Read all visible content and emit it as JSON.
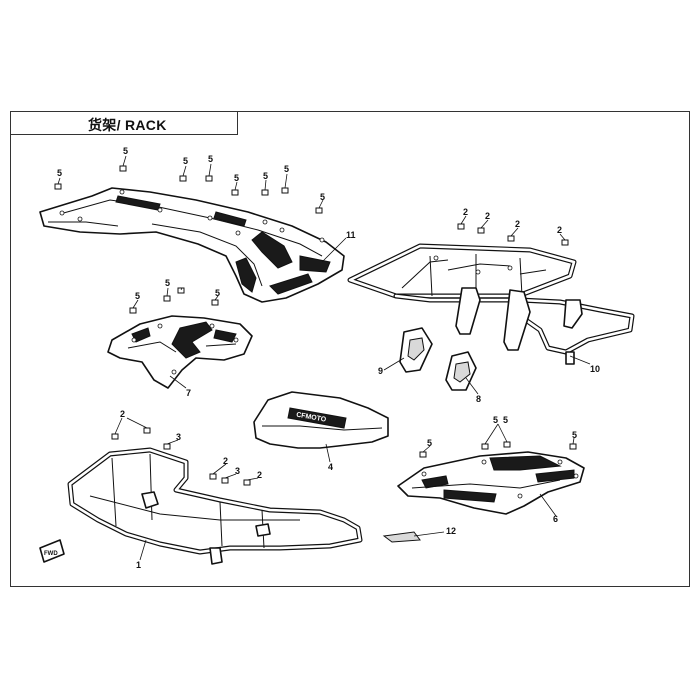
{
  "title": "货架/ RACK",
  "callouts": {
    "c1": "1",
    "c2": "2",
    "c3": "3",
    "c4": "4",
    "c5": "5",
    "c6": "6",
    "c7": "7",
    "c8": "8",
    "c9": "9",
    "c10": "10",
    "c11": "11",
    "c12": "12"
  },
  "labels": {
    "fwd": "FWD",
    "brand": "CFMOTO"
  }
}
